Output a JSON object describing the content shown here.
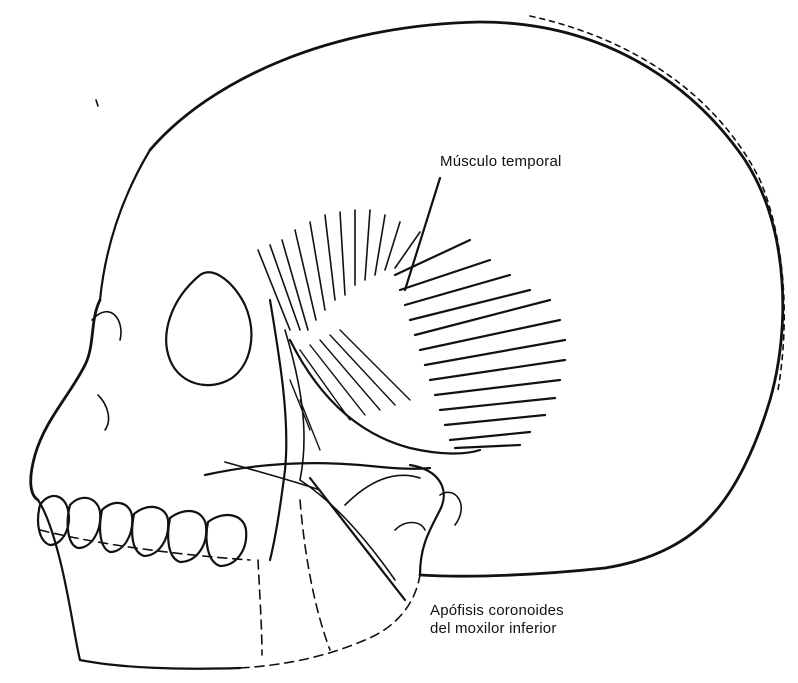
{
  "labels": {
    "temporal_muscle": "Músculo temporal",
    "coronoid_process_line1": "Apófisis coronoides",
    "coronoid_process_line2": "del moxilor inferior"
  }
}
